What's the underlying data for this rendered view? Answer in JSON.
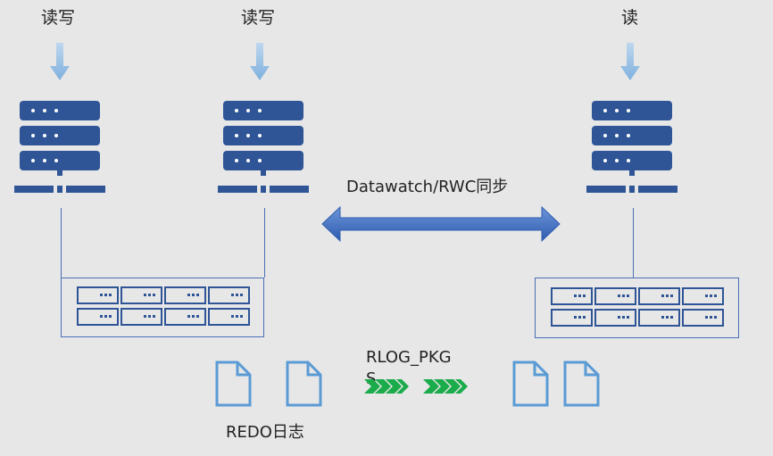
{
  "labels": {
    "node1_access": "读写",
    "node2_access": "读写",
    "node3_access": "读",
    "sync": "Datawatch/RWC同步",
    "transfer_line1": "RLOG_PKG",
    "transfer_line2": "S",
    "redo": "REDO日志"
  },
  "colors": {
    "server": "#2f5597",
    "arrow_down": "#9dc3e6",
    "sync_arrow": "#4472c4",
    "doc": "#5b9bd5",
    "chevron": "#1aab4b",
    "line": "#4a6fb5"
  },
  "icons": [
    "down-arrow-icon",
    "server-icon",
    "storage-array-icon",
    "document-icon",
    "chevron-arrow-icon",
    "double-arrow-icon"
  ]
}
